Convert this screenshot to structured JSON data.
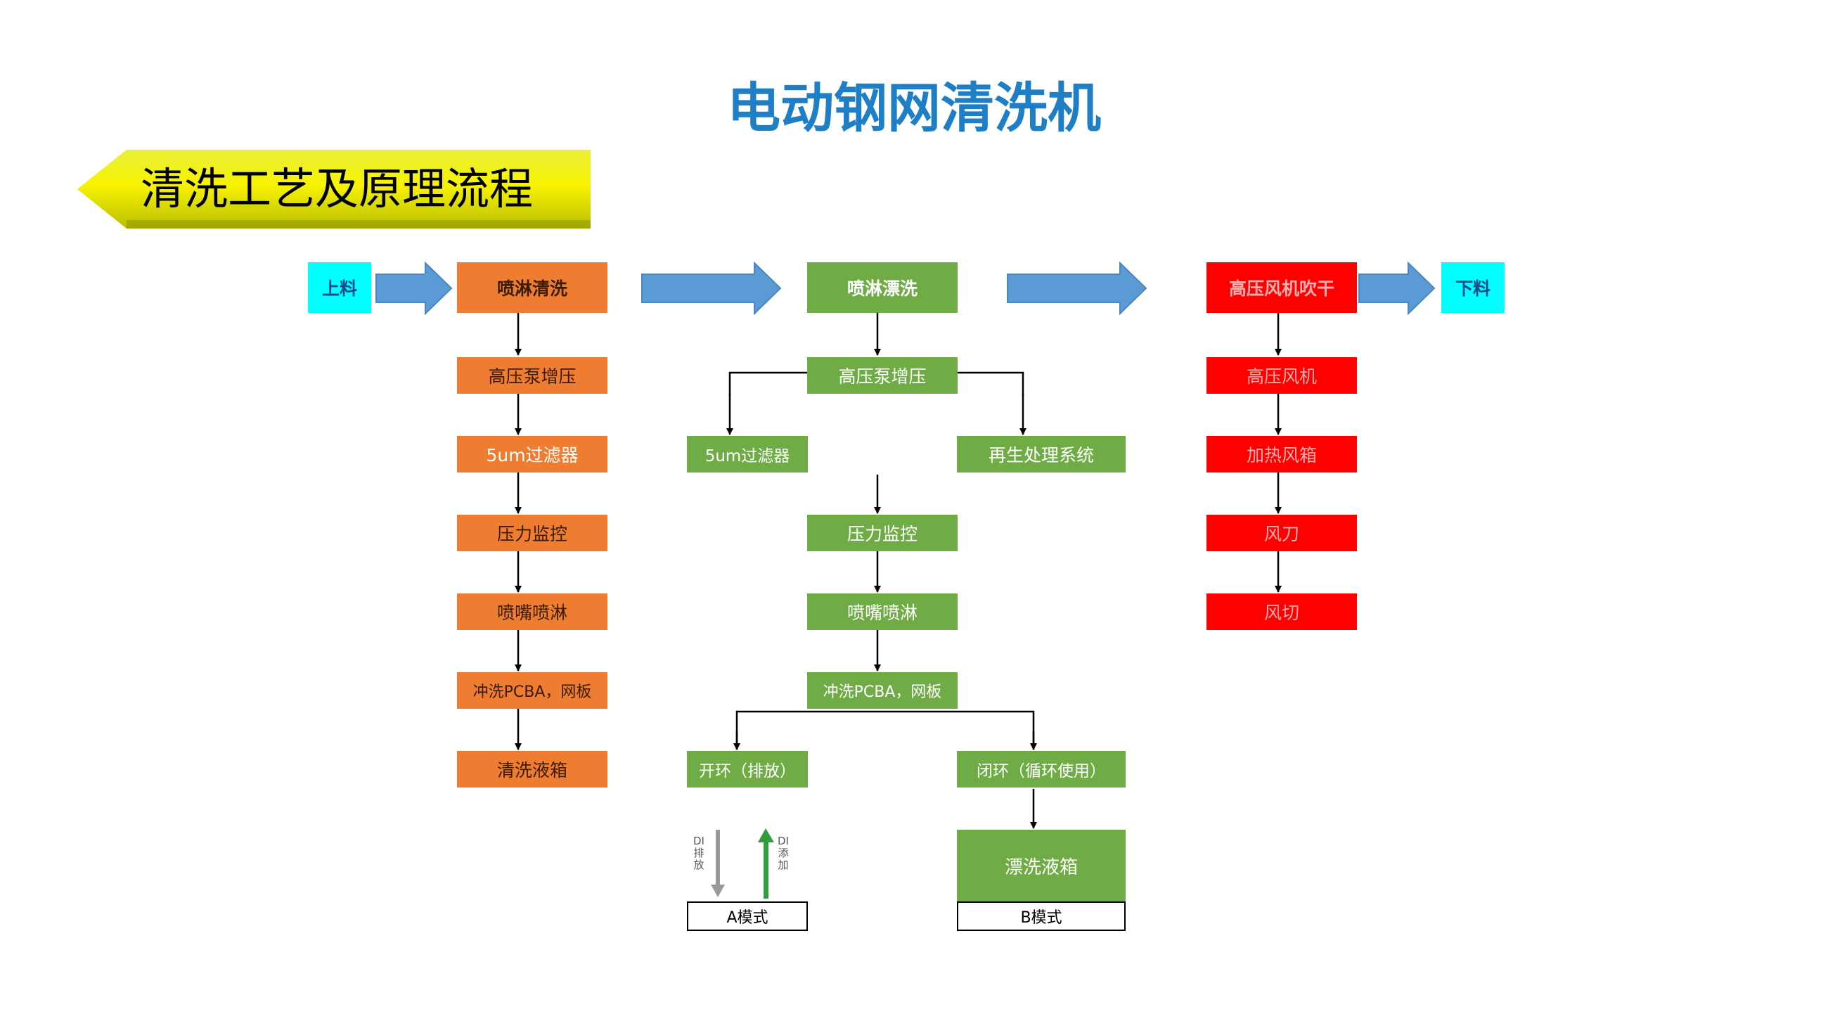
{
  "title": "电动钢网清洗机",
  "section_banner": "清洗工艺及原理流程",
  "flow": {
    "load": "上料",
    "unload": "下料",
    "spray_clean": {
      "label": "喷淋清洗",
      "steps": [
        "高压泵增压",
        "5um过滤器",
        "压力监控",
        "喷嘴喷淋",
        "冲洗PCBA，网板",
        "清洗液箱"
      ]
    },
    "spray_rinse": {
      "label": "喷淋漂洗",
      "pump": "高压泵增压",
      "filter": "5um过滤器",
      "regen": "再生处理系统",
      "pressure": "压力监控",
      "nozzle": "喷嘴喷淋",
      "flush": "冲洗PCBA，网板",
      "open_loop": "开环（排放）",
      "closed_loop": "闭环（循环使用）",
      "rinse_tank": "漂洗液箱",
      "di_drain": "DI排放",
      "di_add": "DI添加",
      "mode_a": "A模式",
      "mode_b": "B模式"
    },
    "dry": {
      "label": "高压风机吹干",
      "steps": [
        "高压风机",
        "加热风箱",
        "风刀",
        "风切"
      ]
    }
  },
  "colors": {
    "title": "#1f7fc6",
    "clean": "#ee7d31",
    "rinse": "#6fac46",
    "dry": "#ff0000",
    "load": "#00ffff",
    "big_arrow": "#5b9bd5"
  }
}
